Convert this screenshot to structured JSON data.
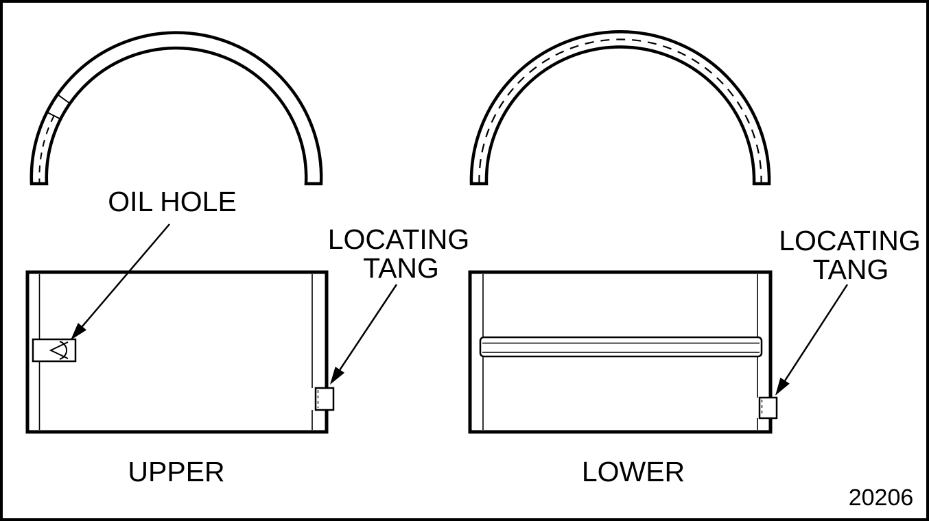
{
  "figure_number": "20206",
  "colors": {
    "ink": "#000000",
    "paper": "#ffffff"
  },
  "callouts": {
    "oil_hole": "OIL HOLE",
    "locating_tang_left": {
      "line1": "LOCATING",
      "line2": "TANG"
    },
    "locating_tang_right": {
      "line1": "LOCATING",
      "line2": "TANG"
    }
  },
  "captions": {
    "upper": "UPPER",
    "lower": "LOWER"
  }
}
